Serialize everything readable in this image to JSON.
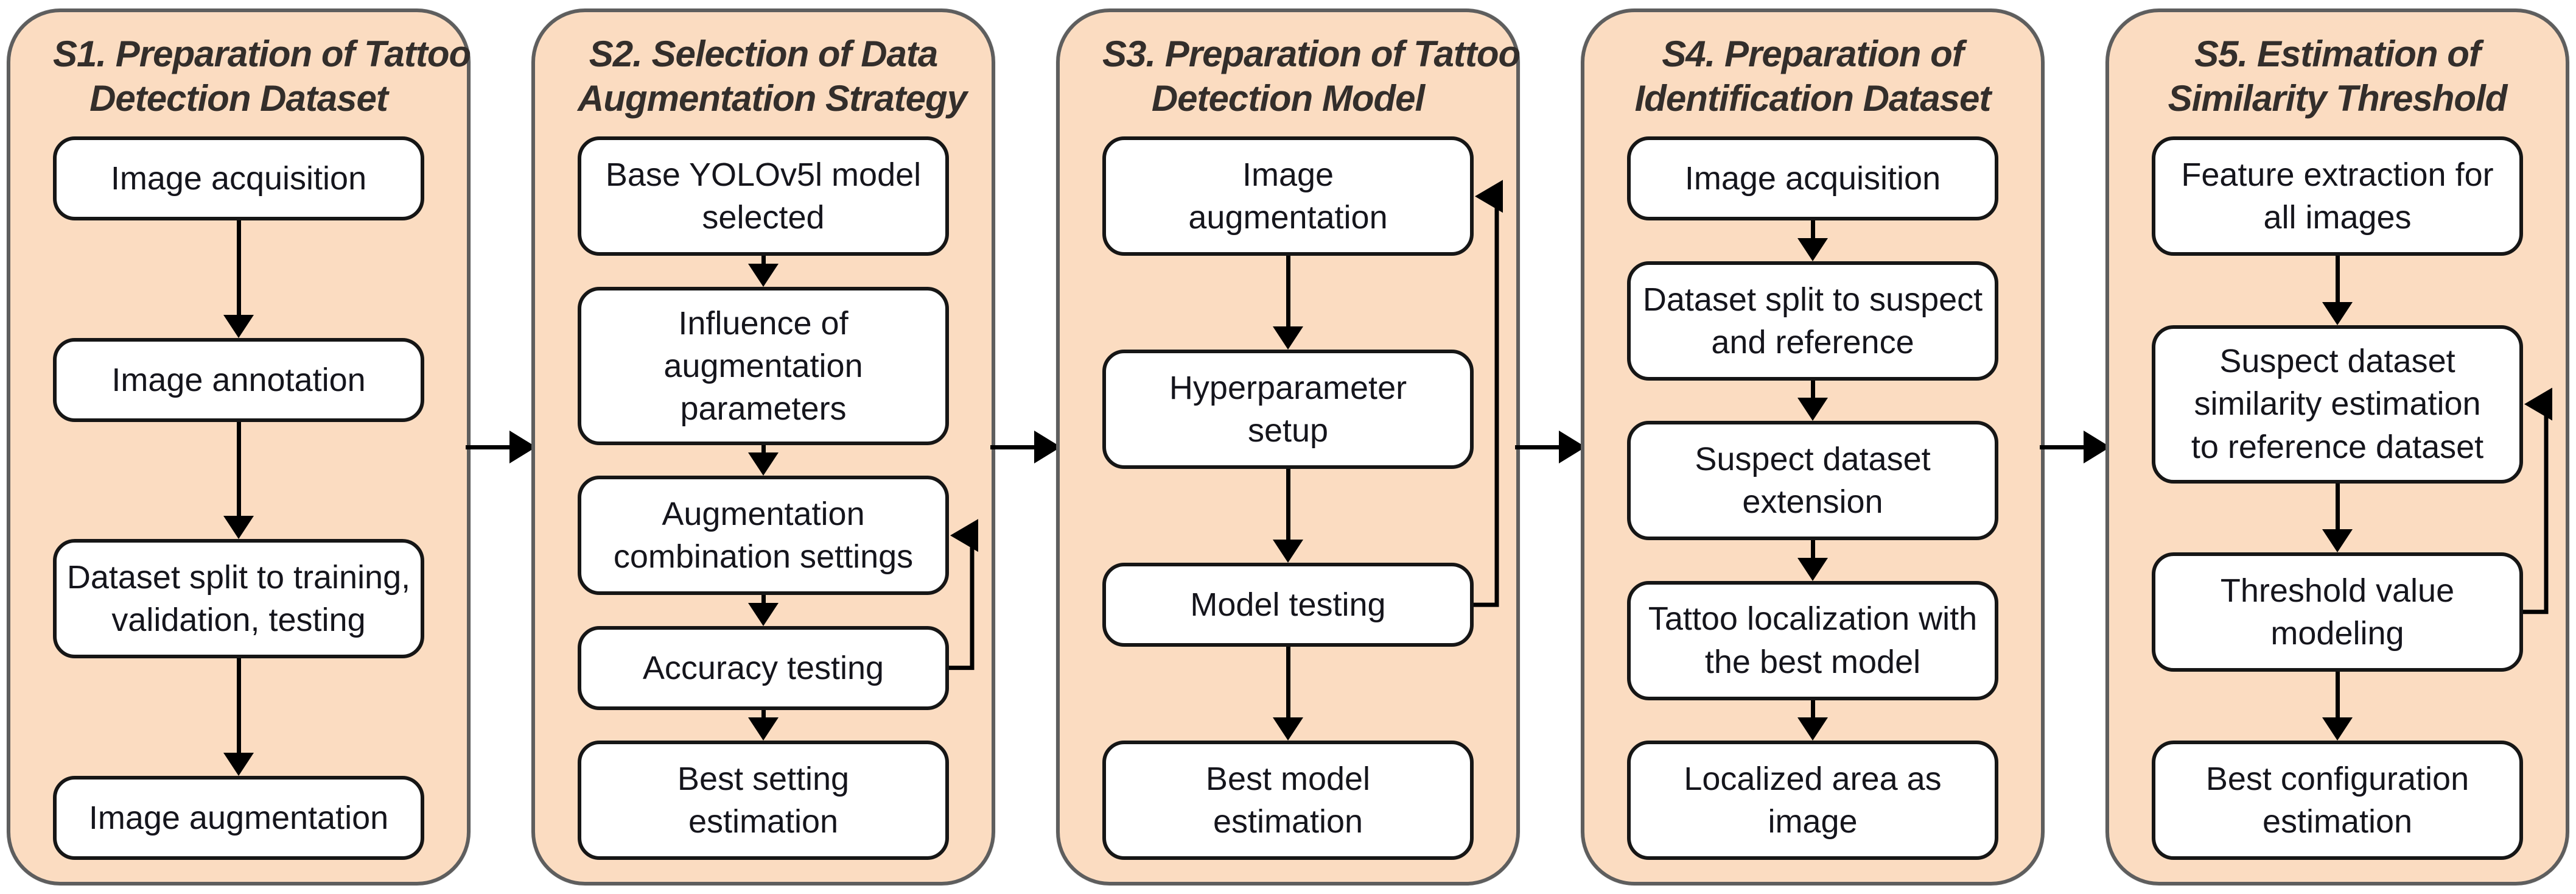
{
  "colors": {
    "stage_fill": "#fbdcc1",
    "stage_border": "#5e5e5e",
    "step_fill": "#ffffff",
    "step_border": "#161616",
    "arrow": "#000000",
    "title_color": "#332e2b",
    "text_color": "#15151c",
    "background": "#ffffff"
  },
  "stages": [
    {
      "id": "S1",
      "title": "S1. Preparation of Tattoo Detection Dataset",
      "title_lines": [
        "S1. Preparation of Tattoo",
        "Detection Dataset"
      ],
      "steps": [
        {
          "label": "Image acquisition",
          "lines": [
            "Image acquisition"
          ]
        },
        {
          "label": "Image annotation",
          "lines": [
            "Image annotation"
          ]
        },
        {
          "label": "Dataset split to training, validation, testing",
          "lines": [
            "Dataset split to training,",
            "validation, testing"
          ]
        },
        {
          "label": "Image augmentation",
          "lines": [
            "Image augmentation"
          ]
        }
      ],
      "loop": null
    },
    {
      "id": "S2",
      "title": "S2. Selection of Data Augmentation Strategy",
      "title_lines": [
        "S2. Selection of Data",
        "Augmentation Strategy"
      ],
      "steps": [
        {
          "label": "Base YOLOv5l model selected",
          "lines": [
            "Base YOLOv5l model",
            "selected"
          ]
        },
        {
          "label": "Influence of augmentation parameters",
          "lines": [
            "Influence of",
            "augmentation",
            "parameters"
          ]
        },
        {
          "label": "Augmentation combination settings",
          "lines": [
            "Augmentation",
            "combination settings"
          ]
        },
        {
          "label": "Accuracy testing",
          "lines": [
            "Accuracy testing"
          ]
        },
        {
          "label": "Best setting estimation",
          "lines": [
            "Best setting",
            "estimation"
          ]
        }
      ],
      "loop": {
        "from_step": 3,
        "to_step": 2
      }
    },
    {
      "id": "S3",
      "title": "S3. Preparation of Tattoo Detection Model",
      "title_lines": [
        "S3. Preparation of Tattoo",
        "Detection Model"
      ],
      "steps": [
        {
          "label": "Image augmentation",
          "lines": [
            "Image",
            "augmentation"
          ]
        },
        {
          "label": "Hyperparameter setup",
          "lines": [
            "Hyperparameter",
            "setup"
          ]
        },
        {
          "label": "Model testing",
          "lines": [
            "Model testing"
          ]
        },
        {
          "label": "Best model estimation",
          "lines": [
            "Best model",
            "estimation"
          ]
        }
      ],
      "loop": {
        "from_step": 2,
        "to_step": 0
      }
    },
    {
      "id": "S4",
      "title": "S4. Preparation of Identification Dataset",
      "title_lines": [
        "S4. Preparation of",
        "Identification Dataset"
      ],
      "steps": [
        {
          "label": "Image acquisition",
          "lines": [
            "Image acquisition"
          ]
        },
        {
          "label": "Dataset split to suspect and reference",
          "lines": [
            "Dataset split to suspect",
            "and reference"
          ]
        },
        {
          "label": "Suspect dataset extension",
          "lines": [
            "Suspect dataset",
            "extension"
          ]
        },
        {
          "label": "Tattoo localization with the best model",
          "lines": [
            "Tattoo localization with",
            "the best model"
          ]
        },
        {
          "label": "Localized area as image",
          "lines": [
            "Localized area as",
            "image"
          ]
        }
      ],
      "loop": null
    },
    {
      "id": "S5",
      "title": "S5. Estimation of Similarity Threshold",
      "title_lines": [
        "S5. Estimation of",
        "Similarity Threshold"
      ],
      "steps": [
        {
          "label": "Feature extraction for all images",
          "lines": [
            "Feature extraction for",
            "all images"
          ]
        },
        {
          "label": "Suspect dataset similarity estimation to reference dataset",
          "lines": [
            "Suspect dataset",
            "similarity estimation",
            "to reference dataset"
          ]
        },
        {
          "label": "Threshold value modeling",
          "lines": [
            "Threshold value",
            "modeling"
          ]
        },
        {
          "label": "Best configuration estimation",
          "lines": [
            "Best configuration",
            "estimation"
          ]
        }
      ],
      "loop": {
        "from_step": 2,
        "to_step": 1
      }
    }
  ]
}
